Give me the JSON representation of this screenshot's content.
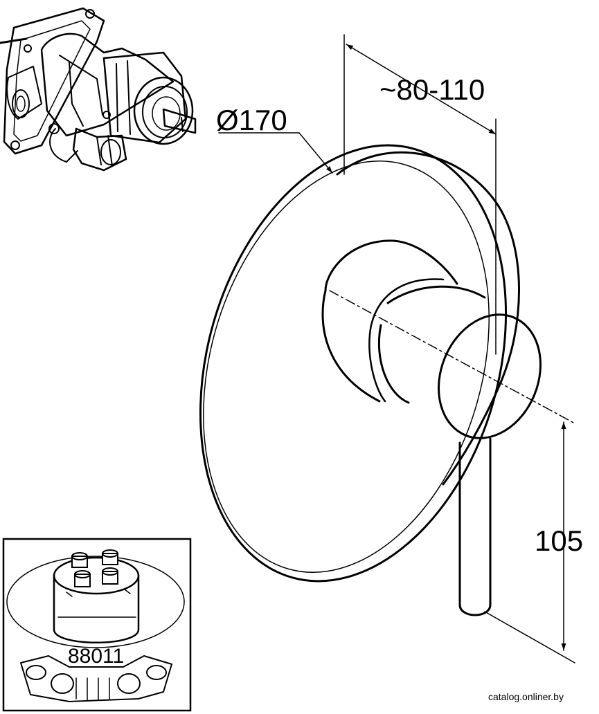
{
  "dimensions": {
    "diameter": "Ø170",
    "projection": "~80-110",
    "lever_height": "105"
  },
  "inset": {
    "part_number": "88011"
  },
  "watermark": "catalog.onliner.by"
}
